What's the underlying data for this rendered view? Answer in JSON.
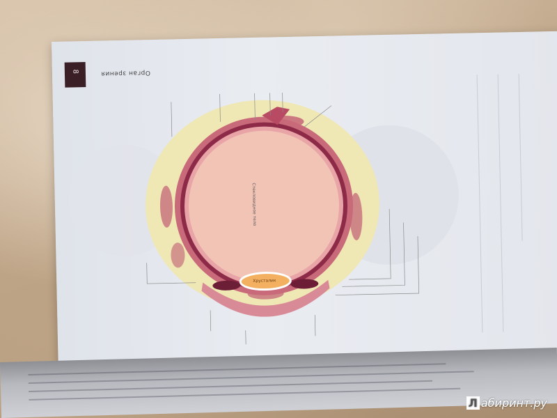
{
  "page": {
    "number": "8",
    "header": "Орган зрения"
  },
  "diagram": {
    "lens_label": "Хрусталик",
    "vitreous_label": "Стекловидное тело"
  },
  "watermark": {
    "box": "Л",
    "text": "абиринт.ру"
  },
  "colors": {
    "page": "#e6e9ee",
    "tab": "#3a1f26",
    "eyeball_inner": "#f1c2b4",
    "sclera": "#c96a7a",
    "fat": "#f2eab0",
    "lens": "#f2b060"
  }
}
